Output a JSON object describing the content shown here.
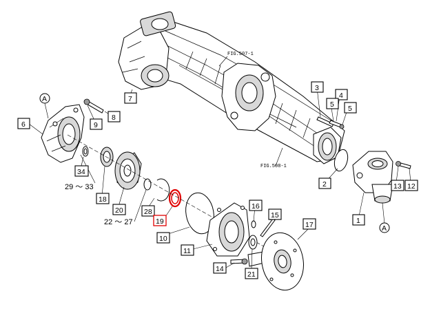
{
  "fig_refs": {
    "upper": "FIG.507-1",
    "lower": "FIG.508-1"
  },
  "callout_A": "A",
  "callouts": {
    "c1": "1",
    "c2": "2",
    "c3": "3",
    "c4": "4",
    "c5a": "5",
    "c5b": "5",
    "c6": "6",
    "c7": "7",
    "c8": "8",
    "c9": "9",
    "c10": "10",
    "c11": "11",
    "c12": "12",
    "c13": "13",
    "c14": "14",
    "c15": "15",
    "c16": "16",
    "c17": "17",
    "c18": "18",
    "c19": "19",
    "c20": "20",
    "c21": "21",
    "c28": "28",
    "c34": "34"
  },
  "ranges": {
    "r1": "29 ～ 33",
    "r2": "22 ～ 27"
  },
  "highlight": {
    "part": "19",
    "color": "#e00000"
  }
}
